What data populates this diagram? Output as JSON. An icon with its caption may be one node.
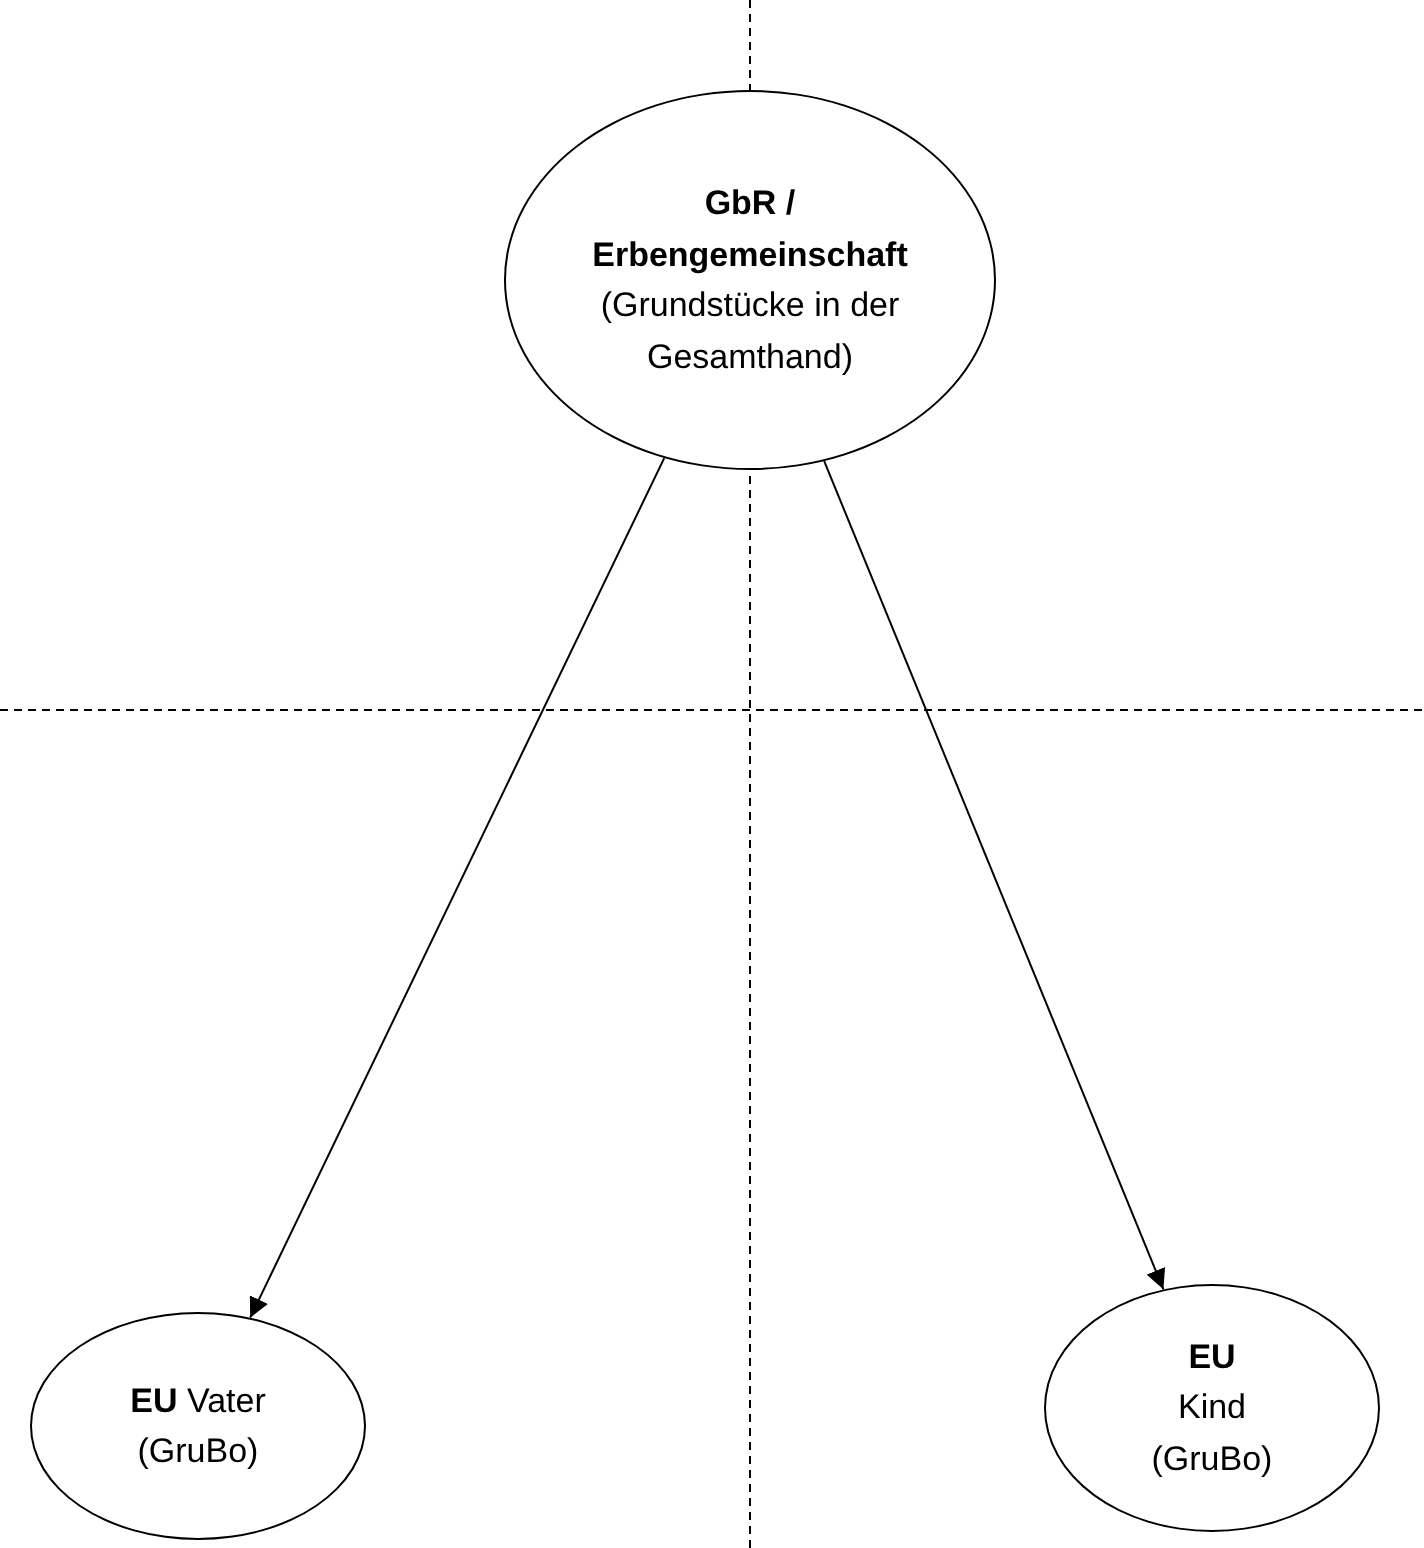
{
  "diagram": {
    "nodes": [
      {
        "text": [
          "GbR / Erbengemeinschaft",
          "(Grundstücke in der Gesamthand)"
        ]
      },
      {
        "text": [
          "**EU** Vater",
          "(GruBo)"
        ]
      },
      {
        "text": [
          "**EU** Kind",
          "(GruBo)"
        ]
      }
    ],
    "edges": [
      {
        "from": 0,
        "to": 1,
        "arrow": "to"
      },
      {
        "from": 0,
        "to": 2,
        "arrow": "to"
      }
    ]
  }
}
